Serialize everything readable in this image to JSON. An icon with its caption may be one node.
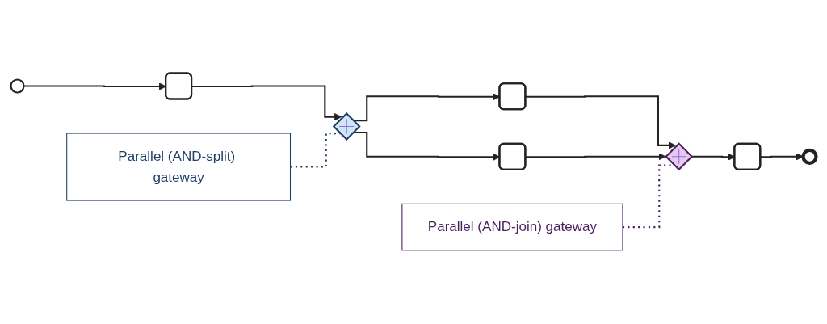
{
  "diagram": {
    "nodes": [
      {
        "text": [],
        "shape": "circle"
      },
      {
        "text": [],
        "shape": "box"
      },
      {
        "text": [],
        "shape": "diamond"
      },
      {
        "text": [],
        "shape": "box"
      },
      {
        "text": [],
        "shape": "box"
      },
      {
        "text": [],
        "shape": "diamond"
      },
      {
        "text": [],
        "shape": "box"
      },
      {
        "text": [],
        "shape": "circle"
      },
      {
        "text": [
          "Parallel (AND-split) gateway"
        ]
      },
      {
        "text": [
          "Parallel (AND-join) gateway"
        ]
      }
    ],
    "edges": [
      {
        "from": 0,
        "to": 1,
        "arrow": "to"
      },
      {
        "from": 1,
        "to": 2,
        "arrow": "to"
      },
      {
        "from": 2,
        "to": 3,
        "arrow": "to"
      },
      {
        "from": 2,
        "to": 4,
        "arrow": "to"
      },
      {
        "from": 3,
        "to": 5,
        "arrow": "to"
      },
      {
        "from": 4,
        "to": 5,
        "arrow": "to"
      },
      {
        "from": 5,
        "to": 6,
        "arrow": "to"
      },
      {
        "from": 6,
        "to": 7,
        "arrow": "to"
      },
      {
        "from": 8,
        "to": 2,
        "arrow": "none",
        "style": "dashed",
        "color": "#1f3f66"
      },
      {
        "from": 9,
        "to": 5,
        "arrow": "none",
        "style": "dashed",
        "color": "#4a1f5c"
      }
    ]
  }
}
